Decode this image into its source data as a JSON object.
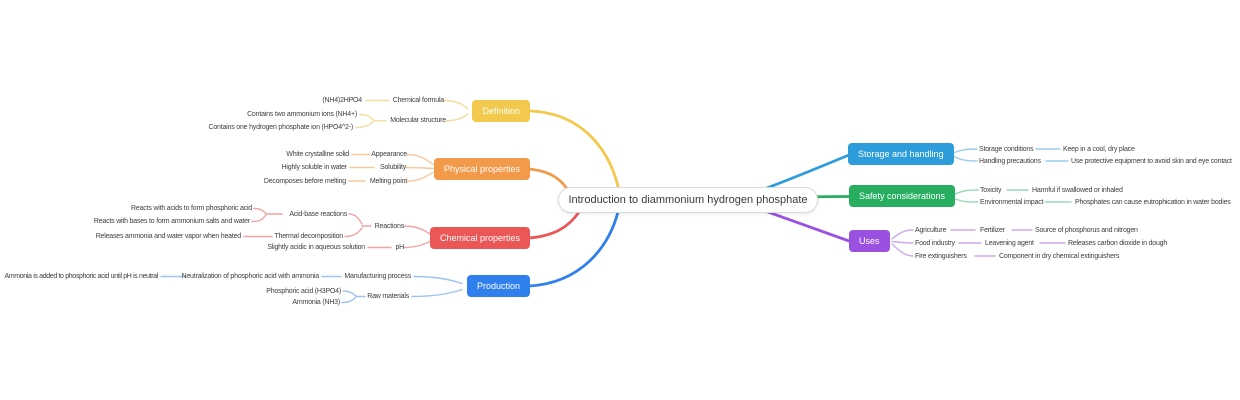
{
  "title": "Introduction to diammonium hydrogen phosphate",
  "palette": {
    "definition": "#F2C94C",
    "physical": "#F2994A",
    "chemical": "#EB5757",
    "production": "#2F80ED",
    "storage": "#2D9CDB",
    "safety": "#27AE60",
    "uses": "#9B51E0",
    "root_bg": "#FFFFFF",
    "root_border": "#DCDCDC",
    "label_text": "#3E3E3E"
  },
  "map": {
    "center": "Introduction to diammonium hydrogen phosphate",
    "definition": {
      "label": "Definition",
      "chemFormulaLabel": "Chemical formula",
      "chemFormulaValue": "(NH4)2HPO4",
      "molStructLabel": "Molecular structure",
      "molStructA": "Contains two ammonium ions (NH4+)",
      "molStructB": "Contains one hydrogen phosphate ion (HPO4^2-)"
    },
    "physical": {
      "label": "Physical properties",
      "appearanceLabel": "Appearance",
      "appearanceValue": "White crystalline solid",
      "solubilityLabel": "Solubility",
      "solubilityValue": "Highly soluble in water",
      "meltingLabel": "Melting point",
      "meltingValue": "Decomposes before melting"
    },
    "chemical": {
      "label": "Chemical properties",
      "reactionsLabel": "Reactions",
      "acidBaseLabel": "Acid-base reactions",
      "acidBaseA": "Reacts with acids to form phosphoric acid",
      "acidBaseB": "Reacts with bases to form ammonium salts and water",
      "thermalLabel": "Thermal decomposition",
      "thermalValue": "Releases ammonia and water vapor when heated",
      "phLabel": "pH",
      "phValue": "Slightly acidic in aqueous solution"
    },
    "production": {
      "label": "Production",
      "processLabel": "Manufacturing process",
      "processValue": "Neutralization of phosphoric acid with ammonia",
      "processDetail": "Ammonia is added to phosphoric acid until pH is neutral",
      "rawLabel": "Raw materials",
      "rawA": "Phosphoric acid (H3PO4)",
      "rawB": "Ammonia (NH3)"
    },
    "storage": {
      "label": "Storage and handling",
      "condLabel": "Storage conditions",
      "condValue": "Keep in a cool, dry place",
      "handleLabel": "Handling precautions",
      "handleValue": "Use protective equipment to avoid skin and eye contact"
    },
    "safety": {
      "label": "Safety considerations",
      "toxLabel": "Toxicity",
      "toxValue": "Harmful if swallowed or inhaled",
      "envLabel": "Environmental impact",
      "envValue": "Phosphates can cause eutrophication in water bodies"
    },
    "uses": {
      "label": "Uses",
      "agLabel": "Agriculture",
      "agMid": "Fertilizer",
      "agValue": "Source of phosphorus and nitrogen",
      "foodLabel": "Food industry",
      "foodMid": "Leavening agent",
      "foodValue": "Releases carbon dioxide in dough",
      "fireLabel": "Fire extinguishers",
      "fireValue": "Component in dry chemical extinguishers"
    }
  }
}
